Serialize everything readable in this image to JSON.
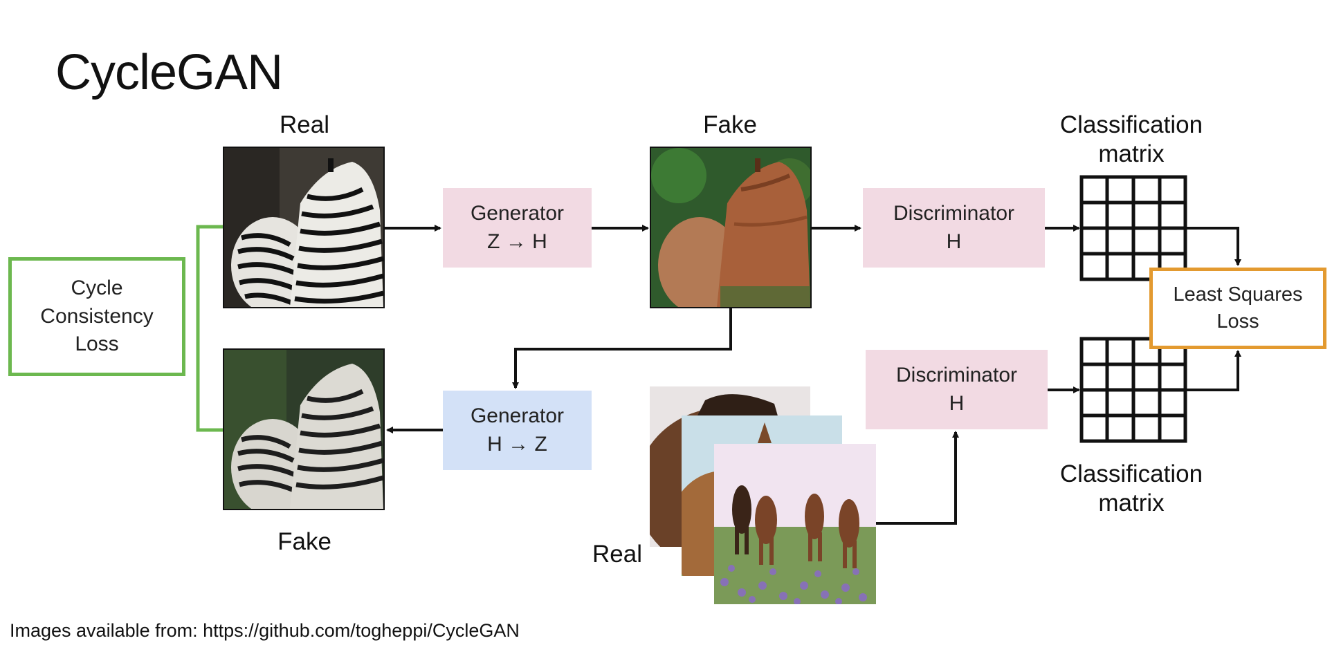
{
  "title": "CycleGAN",
  "labels": {
    "real_top": "Real",
    "fake_top": "Fake",
    "fake_bottom": "Fake",
    "real_bottom": "Real",
    "class_matrix_top": [
      "Classification",
      "matrix"
    ],
    "class_matrix_bottom": [
      "Classification",
      "matrix"
    ]
  },
  "boxes": {
    "generator_zh": [
      "Generator",
      "Z → H"
    ],
    "generator_hz": [
      "Generator",
      "H → Z"
    ],
    "discriminator_top": [
      "Discriminator",
      "H"
    ],
    "discriminator_bottom": [
      "Discriminator",
      "H"
    ],
    "cycle_loss": [
      "Cycle",
      "Consistency",
      "Loss"
    ],
    "ls_loss": [
      "Least Squares",
      "Loss"
    ]
  },
  "footer": "Images available from: https://github.com/togheppi/CycleGAN",
  "colors": {
    "generator_pink": "#f2dae3",
    "generator_blue": "#d3e1f7",
    "cycle_green": "#6cb84f",
    "loss_orange": "#e39a30"
  },
  "images": {
    "zebra_real": "zebra-photo",
    "horse_fake": "horse-photo",
    "zebra_fake": "zebra-photo",
    "horses_real": "horse-photo-stack"
  }
}
